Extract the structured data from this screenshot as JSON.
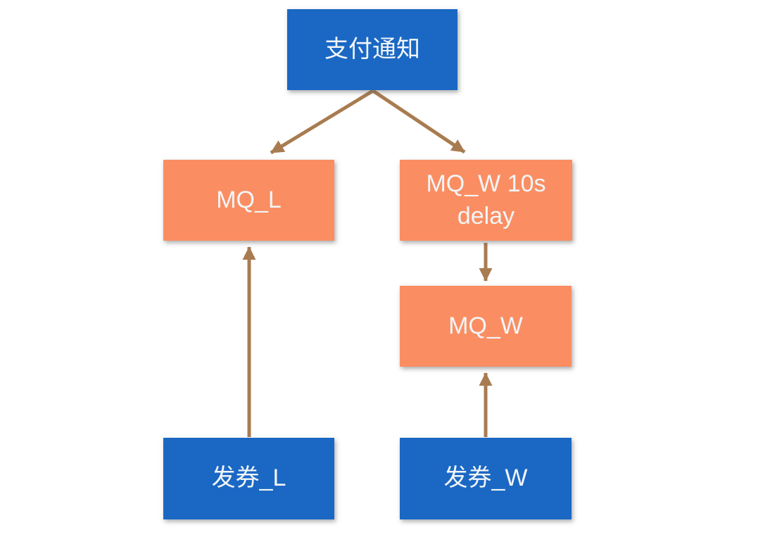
{
  "colors": {
    "node-blue": "#1a68c4",
    "node-orange": "#fa8e62",
    "arrow": "#a87c50",
    "label": "#f2f5f8",
    "bg": "#ffffff"
  },
  "nodes": [
    {
      "id": "payment-notification",
      "label": "支付通知",
      "color": "blue"
    },
    {
      "id": "mq-l",
      "label": "MQ_L",
      "color": "orange"
    },
    {
      "id": "mq-w-10s-delay",
      "label": "MQ_W 10s delay",
      "color": "orange"
    },
    {
      "id": "mq-w",
      "label": "MQ_W",
      "color": "orange"
    },
    {
      "id": "issue-coupon-l",
      "label": "发券_L",
      "color": "blue"
    },
    {
      "id": "issue-coupon-w",
      "label": "发券_W",
      "color": "blue"
    }
  ],
  "edges": [
    {
      "from": "支付通知",
      "to": "MQ_L",
      "direction": "down-left"
    },
    {
      "from": "支付通知",
      "to": "MQ_W 10s delay",
      "direction": "down-right"
    },
    {
      "from": "MQ_W 10s delay",
      "to": "MQ_W",
      "direction": "down"
    },
    {
      "from": "发券_L",
      "to": "MQ_L",
      "direction": "up"
    },
    {
      "from": "发券_W",
      "to": "MQ_W",
      "direction": "up"
    }
  ]
}
